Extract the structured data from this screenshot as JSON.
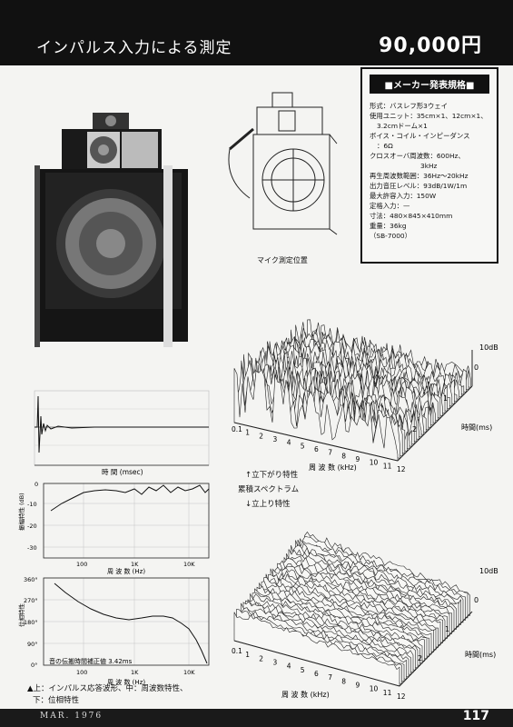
{
  "header": {
    "title": "インパルス入力による測定",
    "price": "90,000円"
  },
  "spec": {
    "title": "■メーカー発表規格■",
    "lines": [
      "形式：バスレフ形3ウェイ",
      "使用ユニット：35cm×1、12cm×1、",
      "3.2cmドーム×1",
      "ボイス・コイル・インピーダンス",
      "：6Ω",
      "クロスオーバ周波数：600Hz、",
      "3kHz",
      "再生周波数範囲：36Hz〜20kHz",
      "出力音圧レベル：93dB/1W/1m",
      "最大許容入力：150W",
      "定格入力：—",
      "寸法：480×845×410mm",
      "重量：36kg",
      "（SB-7000）"
    ]
  },
  "mic_label": "マイク測定位置",
  "waterfall": {
    "db_label": "10dB",
    "time_label": "時間(ms)",
    "freq_label": "周 波 数 (kHz)",
    "top_freq_ticks": [
      "0.1",
      "1",
      "2",
      "3",
      "4",
      "5",
      "6",
      "7",
      "8",
      "9",
      "10",
      "11",
      "12"
    ],
    "bottom_freq_ticks": [
      "0.1",
      "1",
      "2",
      "3",
      "4",
      "5",
      "6",
      "7",
      "8",
      "9",
      "10",
      "11",
      "12"
    ],
    "top_time_ticks": [
      "0",
      "1",
      "2"
    ],
    "bottom_time_ticks": [
      "0",
      "1",
      "2"
    ]
  },
  "middle_captions": {
    "line1": "↑立下がり特性",
    "line2": "累積スペクトラム",
    "line3": "↓立上り特性"
  },
  "impulse_chart": {
    "xlabel": "時 間 (msec)"
  },
  "freq_chart": {
    "ylabel": "振幅特性 (dB)",
    "xlabel": "周 波 数 (Hz)",
    "yticks": [
      "0",
      "-10",
      "-20",
      "-30"
    ],
    "xticks": [
      "100",
      "1K",
      "10K"
    ]
  },
  "phase_chart": {
    "ylabel": "位相特性",
    "xlabel": "周 波 数 (Hz)",
    "yticks": [
      "360°",
      "270°",
      "180°",
      "90°",
      "0°"
    ],
    "xticks": [
      "100",
      "1K",
      "10K"
    ],
    "delay_note": "音の伝搬時間補正値  3.42ms"
  },
  "bottom_caption": {
    "line1": "▲上：インパルス応答波形、中：周波数特性、",
    "line2": "下：位相特性"
  },
  "footer": {
    "date": "MAR. 1976",
    "page": "117"
  }
}
